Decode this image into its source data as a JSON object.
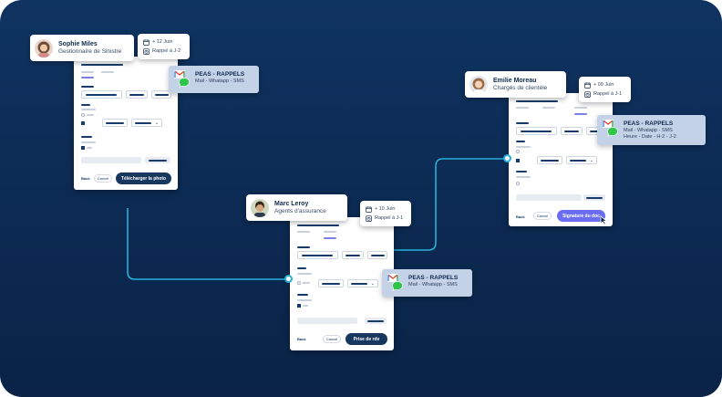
{
  "colors": {
    "background": "#0c2a52",
    "connector": "#27b0d8",
    "primary_button": "#17375f",
    "accent_button": "#6b6df0",
    "peas_card": "#c4d2e8"
  },
  "workflow": [
    {
      "person": {
        "name": "Sophie Miles",
        "role": "Gestionnaire de Sinistre",
        "avatar": "avatar-woman-icon"
      },
      "reminder": {
        "date": "+ 12 Juin",
        "recall": "Rappel à J-2"
      },
      "peas": {
        "title": "PEAS - RAPPELS",
        "lines": [
          "Mail - Whatapp - SMS"
        ]
      },
      "form": {
        "back": "Back",
        "cancel": "Cancel",
        "submit": "Télécharger la photo"
      }
    },
    {
      "person": {
        "name": "Marc Leroy",
        "role": "Agents d'assurance",
        "avatar": "avatar-man-icon"
      },
      "reminder": {
        "date": "+ 10 Juin",
        "recall": "Rappel à J-1"
      },
      "peas": {
        "title": "PEAS - RAPPELS",
        "lines": [
          "Mail - Whatapp - SMS"
        ]
      },
      "form": {
        "back": "Back",
        "cancel": "Cancel",
        "submit": "Prise de rdv"
      }
    },
    {
      "person": {
        "name": "Emilie Moreau",
        "role": "Chargés de clientèle",
        "avatar": "avatar-woman-icon"
      },
      "reminder": {
        "date": "+ 09 Juin",
        "recall": "Rappel à J-1"
      },
      "peas": {
        "title": "PEAS - RAPPELS",
        "lines": [
          "Mail - Whatapp - SMS",
          "Heure - Date - H-2 - J-2"
        ]
      },
      "form": {
        "back": "Back",
        "cancel": "Cancel",
        "submit": "Signature du doc"
      }
    }
  ]
}
